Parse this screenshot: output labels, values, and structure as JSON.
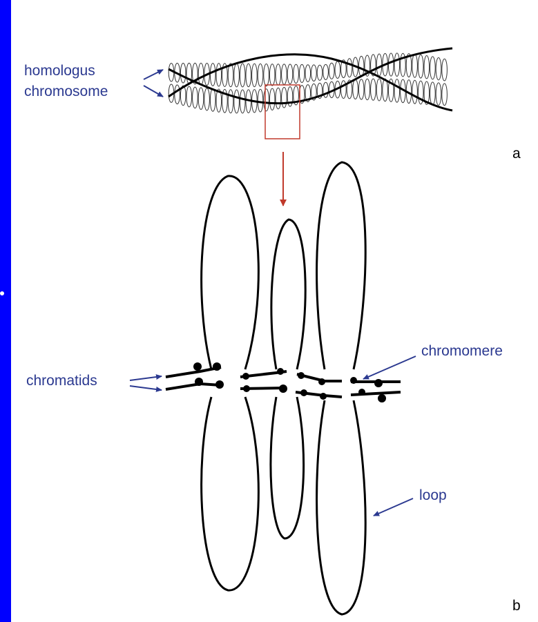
{
  "labels": {
    "homologus": "homologus",
    "chromosome": "chromosome",
    "panel_a": "a",
    "chromomere": "chromomere",
    "chromatids": "chromatids",
    "loop": "loop",
    "panel_b": "b"
  },
  "colors": {
    "background_frame": "#0000ff",
    "panel": "#ffffff",
    "label_text": "#2b3990",
    "arrows": "#2b3990",
    "highlight_box": "#c0392b",
    "zoom_arrow": "#c0392b",
    "outline": "#000000"
  }
}
